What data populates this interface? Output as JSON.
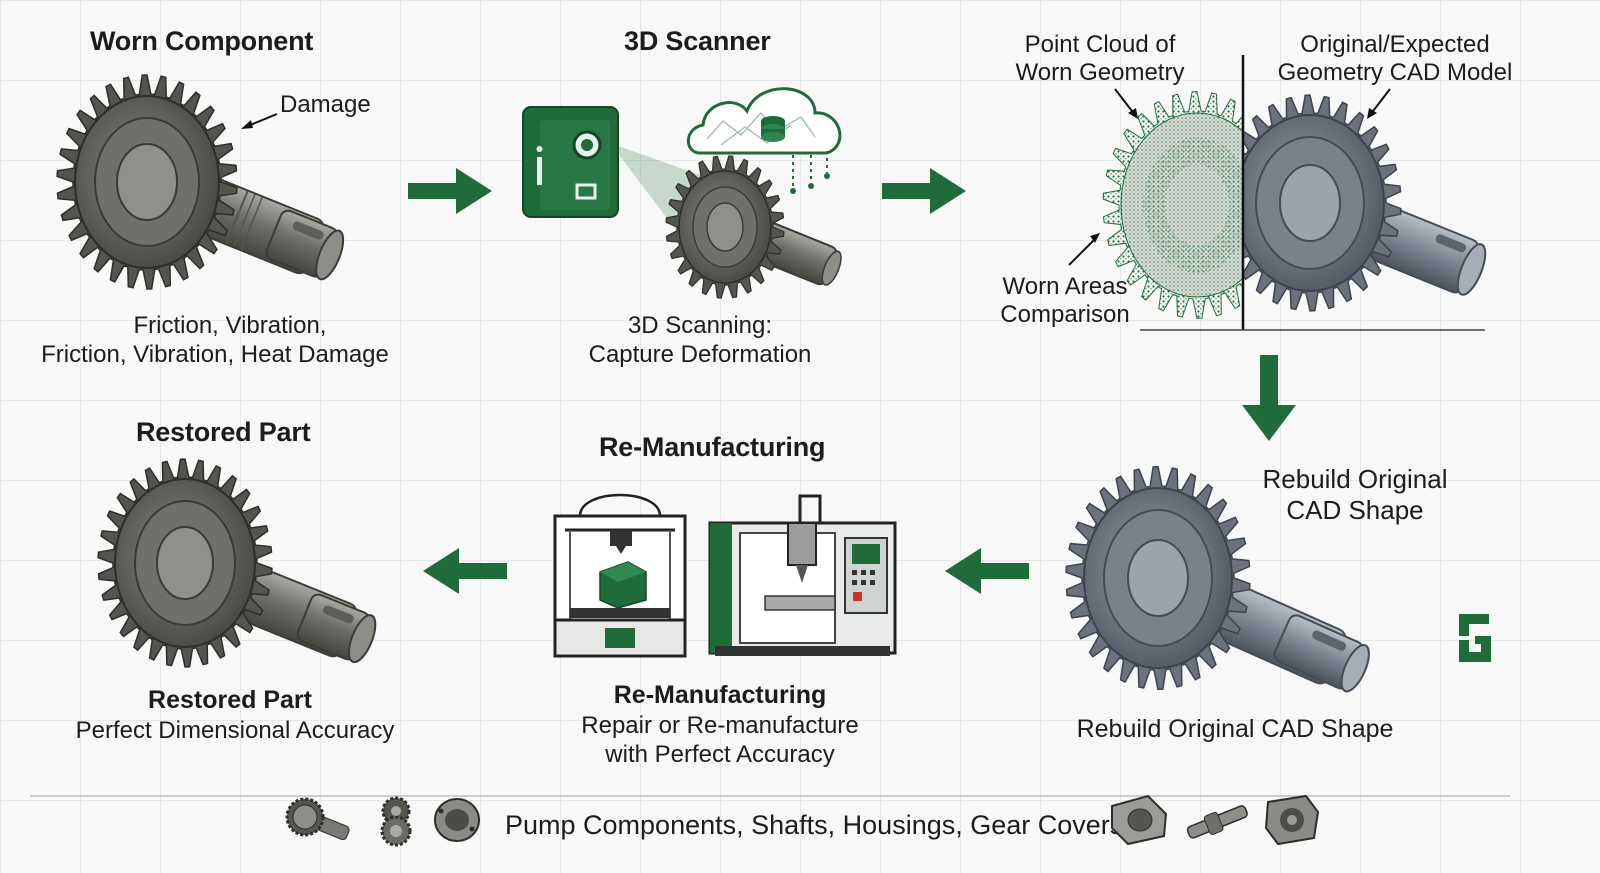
{
  "colors": {
    "accent": "#1f6b3a",
    "metal_dark": "#5c5d57",
    "metal_blue": "#7c8490",
    "background": "#f7f8f7"
  },
  "steps": {
    "worn": {
      "title": "Worn Component",
      "callout": "Damage",
      "caption_line1": "Friction, Vibration,",
      "caption_line2": "Friction, Vibration, Heat Damage"
    },
    "scanner": {
      "title": "3D Scanner",
      "caption_line1": "3D Scanning:",
      "caption_line2": "Capture Deformation"
    },
    "compare": {
      "left_label_line1": "Point Cloud of",
      "left_label_line2": "Worn Geometry",
      "right_label_line1": "Original/Expected",
      "right_label_line2": "Geometry CAD Model",
      "worn_areas_line1": "Worn Areas",
      "worn_areas_line2": "Comparison"
    },
    "rebuild": {
      "label_line1": "Rebuild Original",
      "label_line2": "CAD Shape",
      "caption": "Rebuild Original CAD Shape"
    },
    "remanufacture": {
      "title": "Re-Manufacturing",
      "caption_title": "Re-Manufacturing",
      "caption_line1": "Repair or Re-manufacture",
      "caption_line2": "with Perfect Accuracy"
    },
    "restored": {
      "title": "Restored Part",
      "caption_title": "Restored Part",
      "caption_line1": "Perfect Dimensional Accuracy"
    }
  },
  "footer": {
    "text": "Pump Components, Shafts, Housings, Gear Covers",
    "icons": [
      "gear-shaft-icon",
      "gear-pair-icon",
      "bearing-housing-icon",
      "flange-housing-icon",
      "shaft-icon",
      "cover-icon"
    ]
  }
}
